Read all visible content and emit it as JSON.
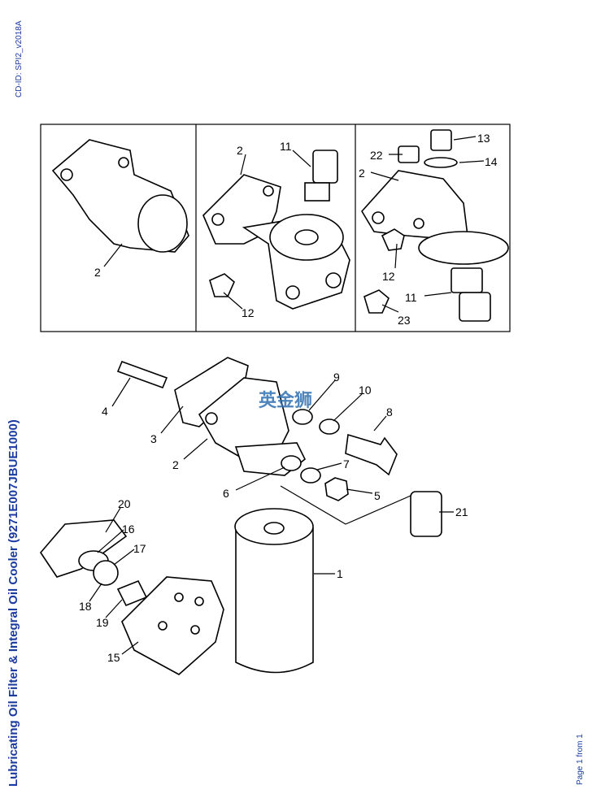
{
  "document_id": "CD-ID: SPI2_v2018A",
  "title": "Lubricating Oil Filter & Integral Oil Cooler (9271E007JBUE1000)",
  "page_indicator": "Page 1 from 1",
  "watermark": "英金狮",
  "top_panels": {
    "panel1": [
      "2"
    ],
    "panel2": [
      "2",
      "11",
      "12"
    ],
    "panel3": [
      "13",
      "22",
      "14",
      "2",
      "12",
      "11",
      "23"
    ]
  },
  "callouts": [
    "9",
    "10",
    "4",
    "8",
    "3",
    "2",
    "7",
    "6",
    "5",
    "21",
    "20",
    "16",
    "17",
    "1",
    "18",
    "19",
    "15"
  ]
}
